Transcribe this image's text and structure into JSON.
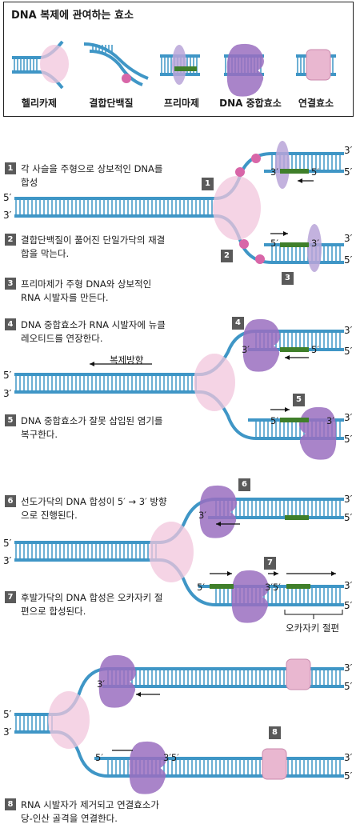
{
  "legend": {
    "title": "DNA 복제에 관여하는 효소",
    "items": [
      "헬리카제",
      "결합단백질",
      "프리마제",
      "DNA 중합효소",
      "연결효소"
    ]
  },
  "steps": [
    {
      "num": "1",
      "text": "각 사슬을 주형으로 상보적인 DNA를\n합성"
    },
    {
      "num": "2",
      "text": "결합단백질이 풀어진 단일가닥의 재결\n합을 막는다."
    },
    {
      "num": "3",
      "text": "프리마제가 주형 DNA와 상보적인\nRNA 시발자를 만든다."
    },
    {
      "num": "4",
      "text": "DNA 중합효소가 RNA 시발자에 뉴클\n레오티드를 연장한다."
    },
    {
      "num": "5",
      "text": "DNA 중합효소가 잘못 삽입된 염기를\n복구한다."
    },
    {
      "num": "6",
      "text": "선도가닥의 DNA 합성이 5′ → 3′ 방향\n으로 진행된다."
    },
    {
      "num": "7",
      "text": "후발가닥의 DNA 합성은 오카자키 절\n편으로 합성된다."
    },
    {
      "num": "8",
      "text": "RNA 시발자가 제거되고 연결효소가\n당-인산 골격을 연결한다."
    }
  ],
  "labels": {
    "five_prime": "5′",
    "three_prime": "3′",
    "three_five": "3′5′",
    "replication_direction": "복제방향",
    "okazaki": "오카자키 절편"
  },
  "colors": {
    "dna": "#3f96c6",
    "helicase": "#f2c6dc",
    "binding_protein": "#d866a8",
    "primase": "#b9a5d8",
    "polymerase": "#9a6fbf",
    "ligase": "#e9b7d0",
    "primer": "#3f7f2a",
    "marker": "#5a5a5a"
  }
}
